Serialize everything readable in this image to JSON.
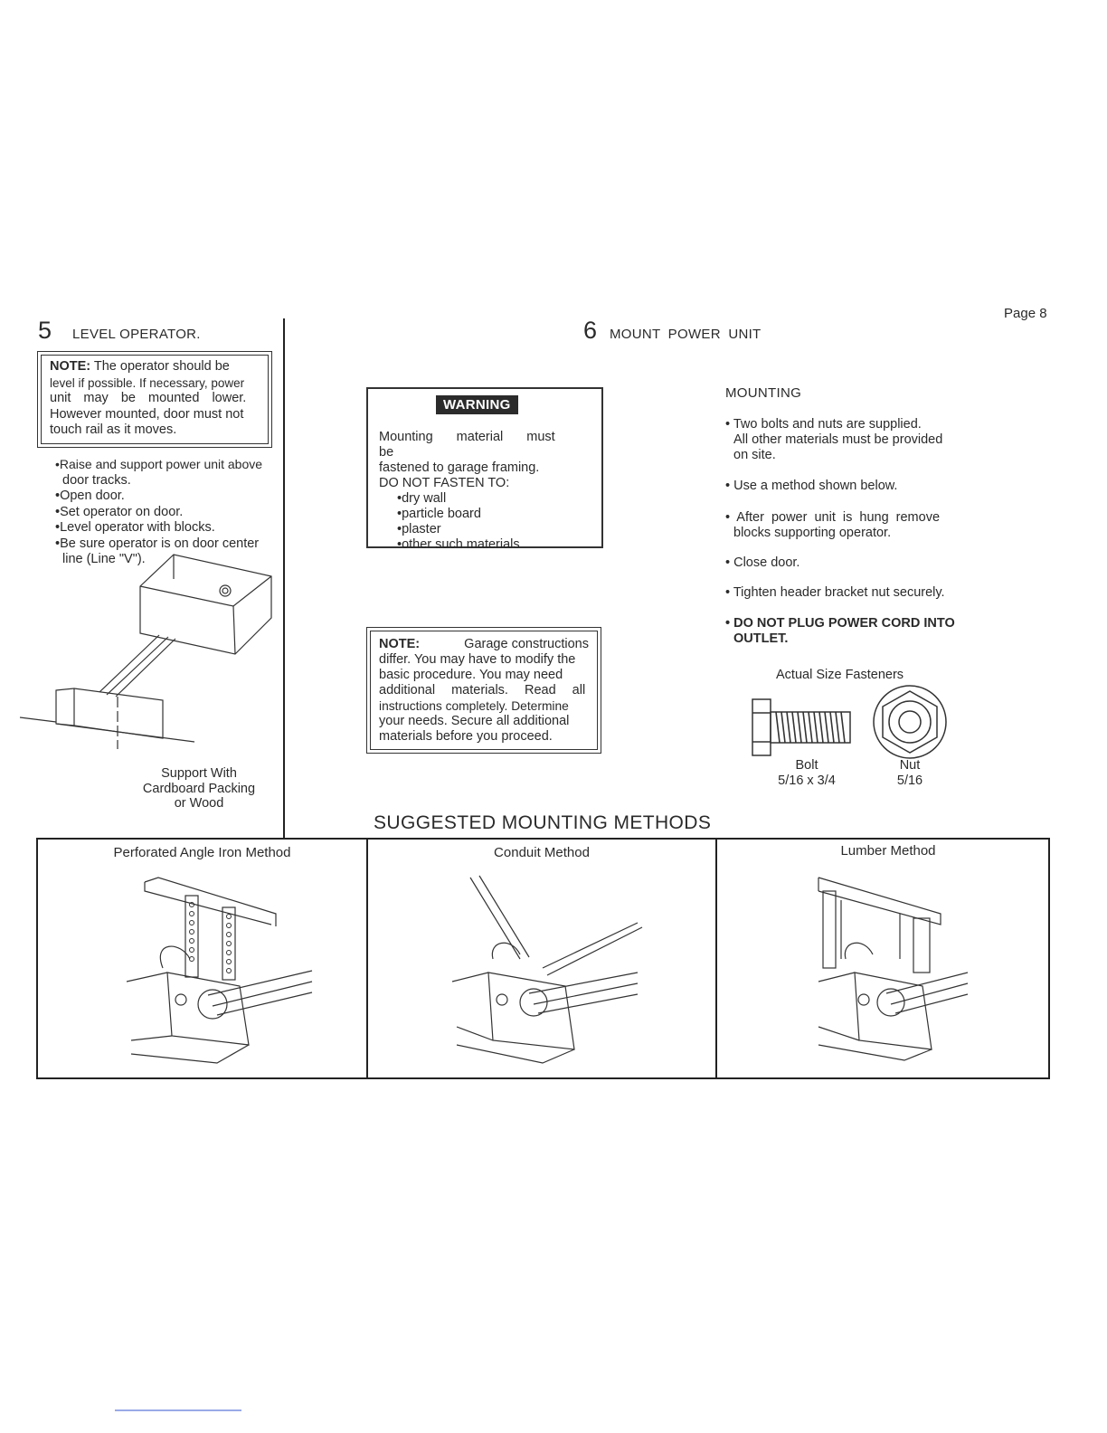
{
  "page_label": "Page 8",
  "step5": {
    "number": "5",
    "title": "LEVEL OPERATOR.",
    "note_prefix": "NOTE:",
    "note_lines": [
      "The operator should be",
      "level if possible. If necessary, power",
      "unit may be mounted lower.",
      "However mounted, door must not",
      "touch rail as it moves."
    ],
    "steps": [
      "•Raise and support power unit above",
      "door tracks.",
      "•Open door.",
      "•Set operator on door.",
      "•Level operator with blocks.",
      "•Be sure operator is on door center",
      "line (Line \"V\")."
    ],
    "support_caption": [
      "Support With",
      "Cardboard Packing",
      "or Wood"
    ]
  },
  "step6": {
    "number": "6",
    "title": "MOUNT POWER UNIT",
    "warning": {
      "badge": "WARNING",
      "lines": [
        "Mounting material must be",
        "fastened to garage framing.",
        "DO NOT FASTEN TO:"
      ],
      "items": [
        "•dry wall",
        "•particle board",
        "•plaster",
        "•other such materials"
      ]
    },
    "note": {
      "prefix": "NOTE:",
      "lines": [
        "Garage constructions",
        "differ. You may have to modify the",
        "basic procedure. You may need",
        "additional materials. Read all",
        "instructions completely. Determine",
        "your needs. Secure all additional",
        "materials before you proceed."
      ]
    },
    "mounting": {
      "heading": "MOUNTING",
      "b1": [
        "• Two bolts and nuts are supplied.",
        "All other materials must be provided",
        "on site."
      ],
      "b2": [
        "• Use a method shown below."
      ],
      "b3": [
        "• After power unit is hung remove",
        "blocks supporting operator."
      ],
      "b4": [
        "• Close door."
      ],
      "b5": [
        "• Tighten header bracket nut securely."
      ],
      "b6": [
        "• DO NOT PLUG POWER CORD INTO",
        "OUTLET."
      ]
    },
    "fasteners": {
      "title": "Actual Size Fasteners",
      "bolt_label": "Bolt",
      "bolt_size": "5/16 x 3/4",
      "nut_label": "Nut",
      "nut_size": "5/16"
    }
  },
  "methods": {
    "heading": "SUGGESTED MOUNTING METHODS",
    "labels": [
      "Perforated Angle Iron Method",
      "Conduit Method",
      "Lumber Method"
    ]
  }
}
